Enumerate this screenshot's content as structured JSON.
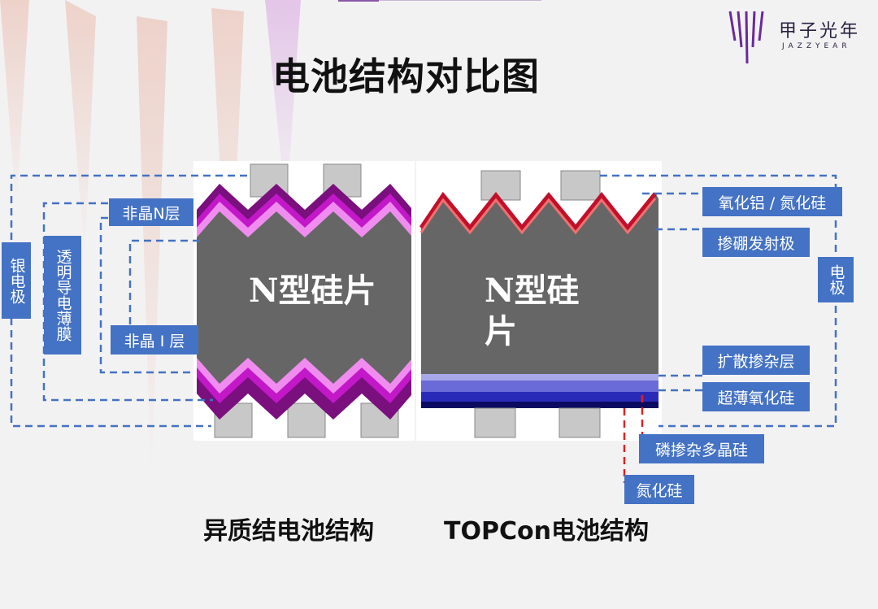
{
  "page": {
    "title": "电池结构对比图",
    "logo_text": "甲子光年",
    "logo_sub": "JAZZYEAR"
  },
  "heterojunction": {
    "wafer_label": "N型硅片",
    "labels": {
      "amorphous_n": "非晶N层",
      "amorphous_i": "非晶 I 层",
      "tco": "透明导电薄膜",
      "silver": "银电极"
    },
    "caption": "异质结电池结构"
  },
  "topcon": {
    "wafer_label_line1": "N型硅",
    "wafer_label_line2": "片",
    "labels": {
      "alox_sinx": "氧化铝 / 氮化硅",
      "boron_emitter": "掺硼发射极",
      "electrode": "电极",
      "diffusion": "扩散掺杂层",
      "tunnel_oxide": "超薄氧化硅",
      "poly_si": "磷掺杂多晶硅",
      "sinx": "氮化硅"
    },
    "caption": "TOPCon电池结构"
  },
  "colors": {
    "label_bg": "#4472c4",
    "dash": "#4472c4",
    "wafer": "#666666",
    "hj_outer": "#7a0f7e",
    "hj_mid": "#c218c8",
    "hj_inner": "#f08cf0",
    "topcon_red": "#c0102a",
    "red_dash": "#e02020"
  }
}
